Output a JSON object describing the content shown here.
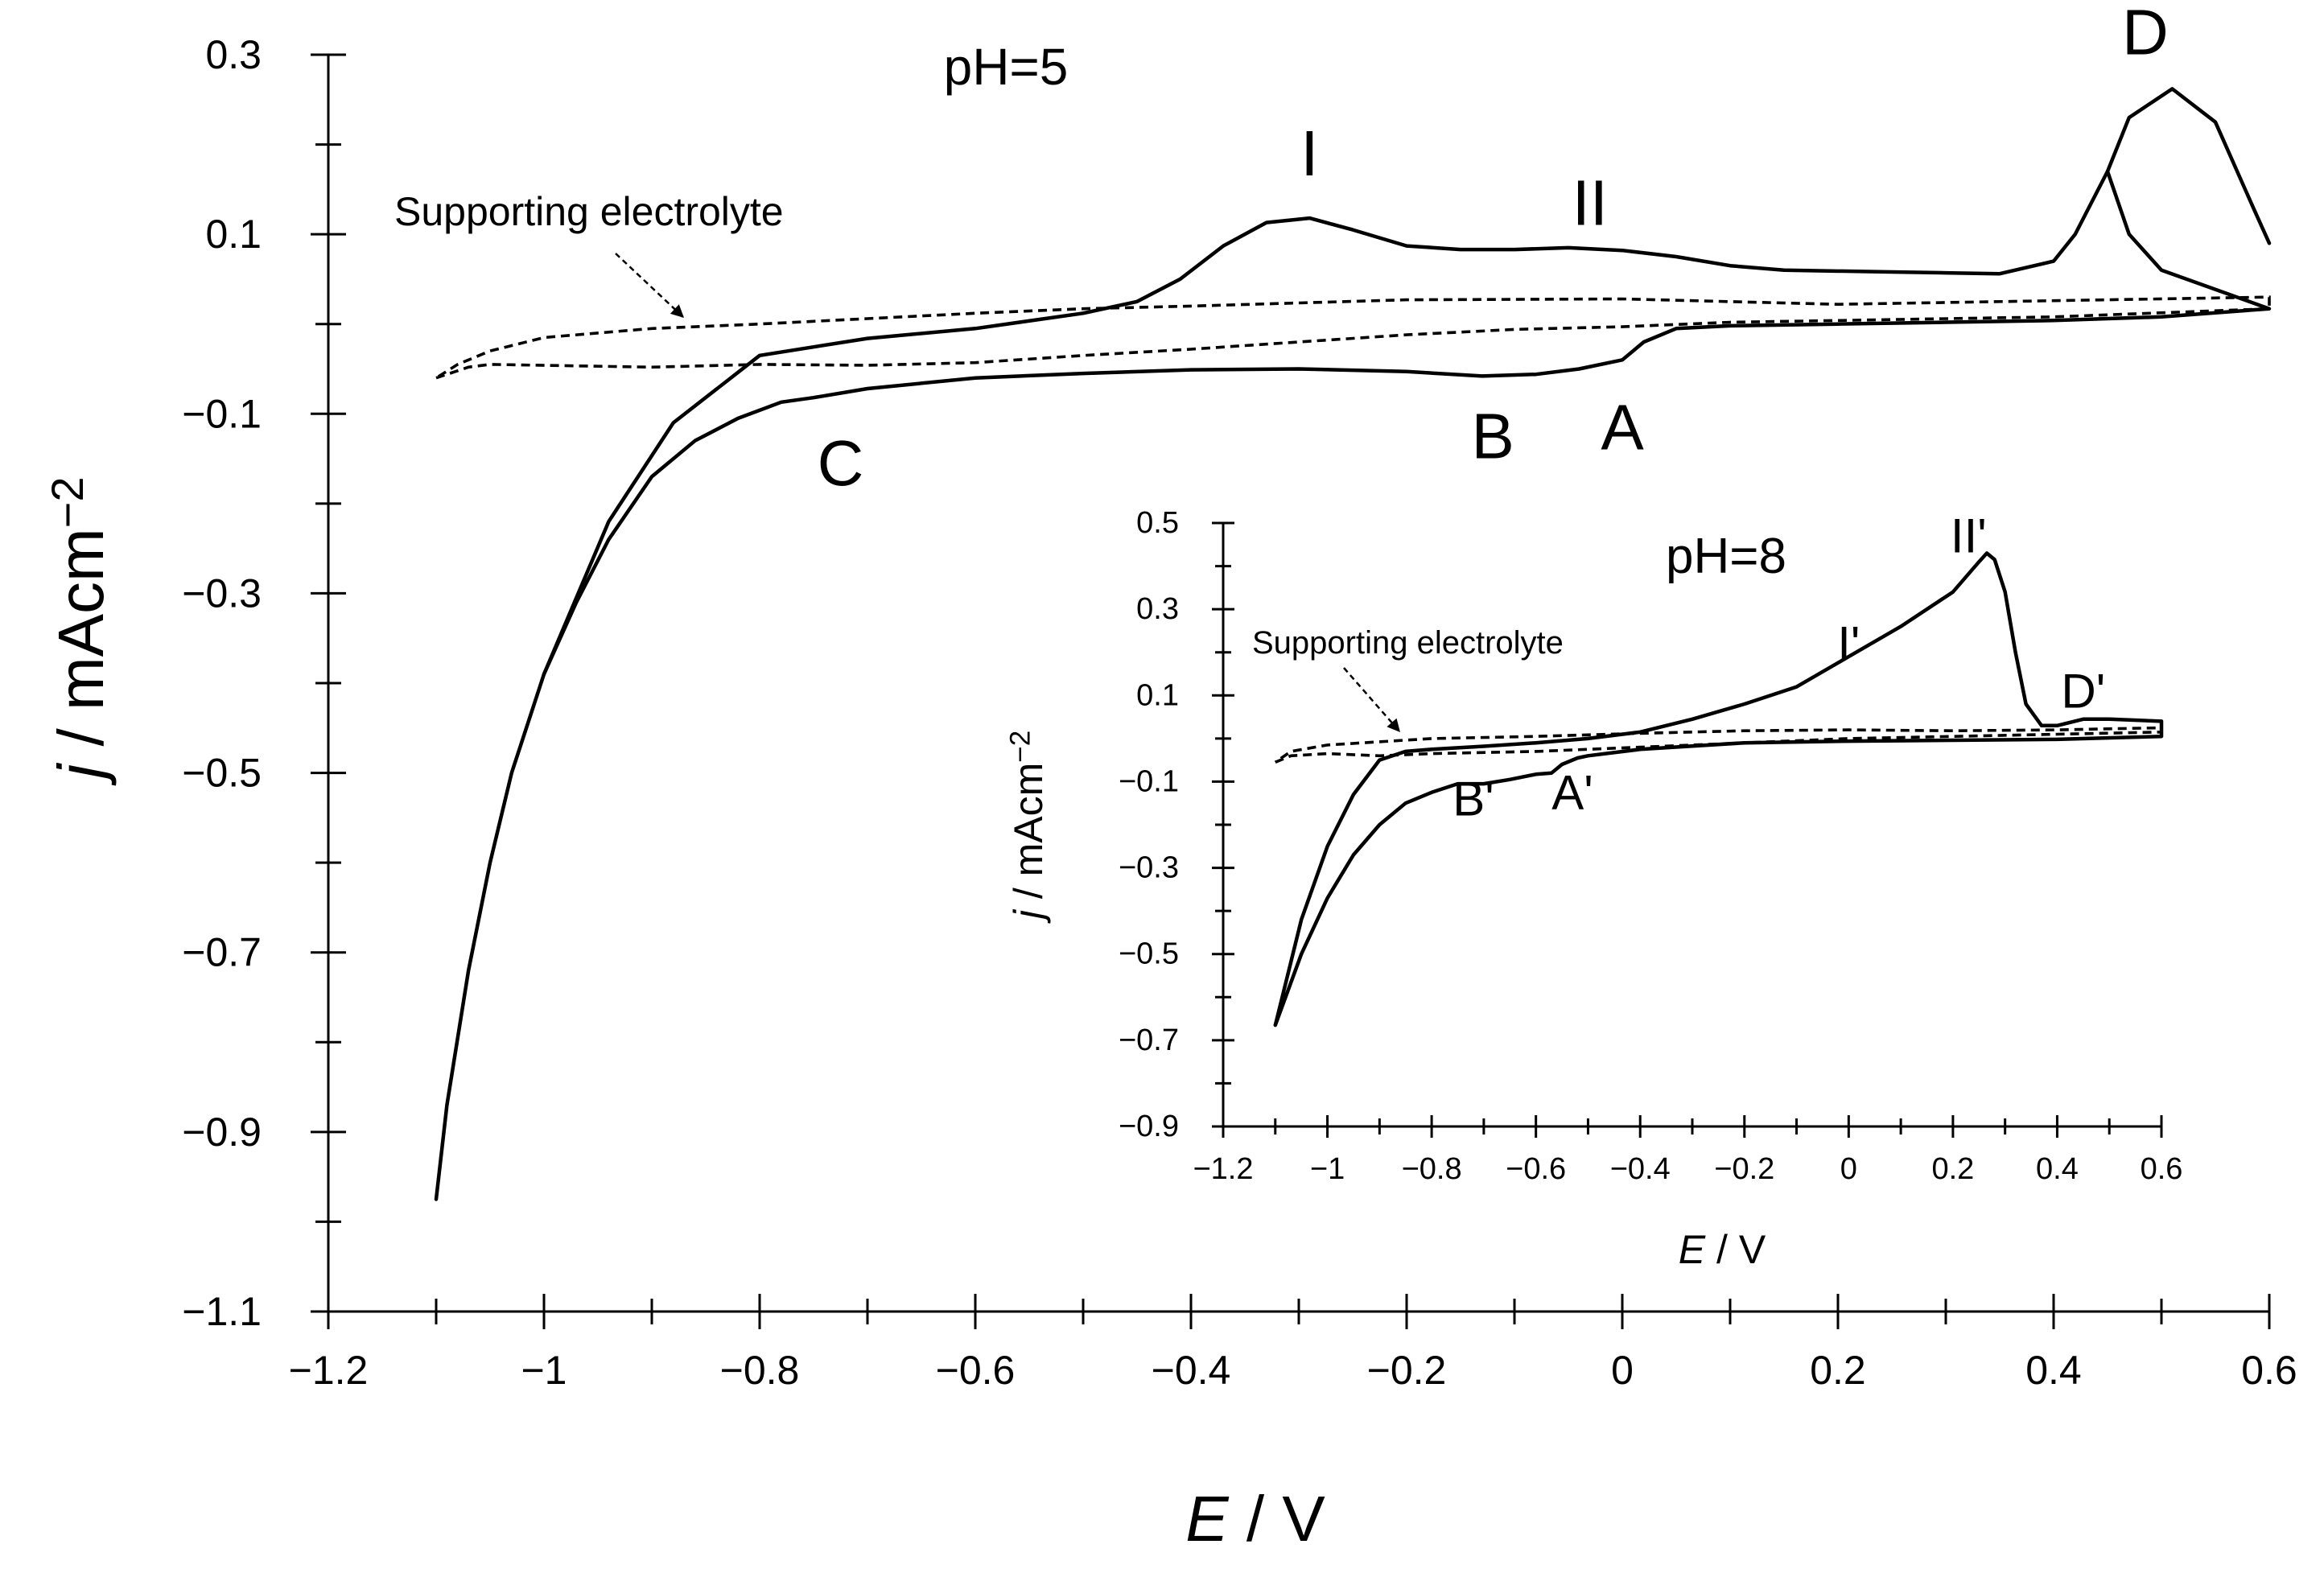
{
  "chart_data": [
    {
      "id": "main",
      "type": "line",
      "panel_label": "pH=5",
      "xlabel_italic": "E",
      "xlabel_rest": " / V",
      "ylabel_italic": "j",
      "ylabel_rest": " / mAcm",
      "ylabel_sup": "−2",
      "xlim": [
        -1.2,
        0.6
      ],
      "ylim": [
        -1.1,
        0.3
      ],
      "x_ticks": [
        -1.2,
        -1.0,
        -0.8,
        -0.6,
        -0.4,
        -0.2,
        0,
        0.2,
        0.4,
        0.6
      ],
      "x_tick_labels": [
        "−1.2",
        "−1",
        "−0.8",
        "−0.6",
        "−0.4",
        "−0.2",
        "0",
        "0.2",
        "0.4",
        "0.6"
      ],
      "x_minor_step": 0.1,
      "y_ticks": [
        0.3,
        0.1,
        -0.1,
        -0.3,
        -0.5,
        -0.7,
        -0.9,
        -1.1
      ],
      "y_tick_labels": [
        "0.3",
        "0.1",
        "−0.1",
        "−0.3",
        "−0.5",
        "−0.7",
        "−0.9",
        "−1.1"
      ],
      "y_minor_step": 0.1,
      "series": [
        {
          "style": "solid",
          "points": [
            [
              -1.1,
              -0.975
            ],
            [
              -1.09,
              -0.87
            ],
            [
              -1.07,
              -0.72
            ],
            [
              -1.05,
              -0.6
            ],
            [
              -1.03,
              -0.5
            ],
            [
              -1.0,
              -0.39
            ],
            [
              -0.97,
              -0.31
            ],
            [
              -0.94,
              -0.24
            ],
            [
              -0.9,
              -0.17
            ],
            [
              -0.86,
              -0.13
            ],
            [
              -0.82,
              -0.105
            ],
            [
              -0.78,
              -0.087
            ],
            [
              -0.75,
              -0.082
            ],
            [
              -0.7,
              -0.072
            ],
            [
              -0.6,
              -0.06
            ],
            [
              -0.5,
              -0.055
            ],
            [
              -0.4,
              -0.051
            ],
            [
              -0.3,
              -0.05
            ],
            [
              -0.2,
              -0.053
            ],
            [
              -0.13,
              -0.058
            ],
            [
              -0.08,
              -0.056
            ],
            [
              -0.04,
              -0.05
            ],
            [
              0.0,
              -0.04
            ],
            [
              0.02,
              -0.02
            ],
            [
              0.05,
              -0.005
            ],
            [
              0.1,
              -0.002
            ],
            [
              0.2,
              0.0
            ],
            [
              0.3,
              0.002
            ],
            [
              0.4,
              0.004
            ],
            [
              0.5,
              0.008
            ],
            [
              0.6,
              0.017
            ],
            [
              0.5,
              0.06
            ],
            [
              0.47,
              0.1
            ],
            [
              0.45,
              0.17
            ],
            [
              0.47,
              0.23
            ],
            [
              0.51,
              0.262
            ],
            [
              0.55,
              0.225
            ],
            [
              0.585,
              0.13
            ],
            [
              0.6,
              0.09
            ]
          ]
        },
        {
          "style": "solid",
          "points": [
            [
              0.45,
              0.17
            ],
            [
              0.42,
              0.1
            ],
            [
              0.4,
              0.07
            ],
            [
              0.35,
              0.056
            ],
            [
              0.3,
              0.057
            ],
            [
              0.25,
              0.058
            ],
            [
              0.15,
              0.06
            ],
            [
              0.1,
              0.065
            ],
            [
              0.05,
              0.075
            ],
            [
              0.0,
              0.082
            ],
            [
              -0.05,
              0.085
            ],
            [
              -0.1,
              0.083
            ],
            [
              -0.15,
              0.083
            ],
            [
              -0.2,
              0.087
            ],
            [
              -0.25,
              0.105
            ],
            [
              -0.29,
              0.118
            ],
            [
              -0.33,
              0.113
            ],
            [
              -0.37,
              0.087
            ],
            [
              -0.41,
              0.05
            ],
            [
              -0.45,
              0.025
            ],
            [
              -0.5,
              0.012
            ],
            [
              -0.6,
              -0.005
            ],
            [
              -0.7,
              -0.016
            ],
            [
              -0.8,
              -0.035
            ],
            [
              -0.88,
              -0.11
            ],
            [
              -0.94,
              -0.22
            ],
            [
              -1.0,
              -0.39
            ]
          ]
        },
        {
          "style": "dashed",
          "points": [
            [
              -1.1,
              -0.06
            ],
            [
              -1.07,
              -0.048
            ],
            [
              -1.05,
              -0.045
            ],
            [
              -0.9,
              -0.048
            ],
            [
              -0.8,
              -0.045
            ],
            [
              -0.7,
              -0.046
            ],
            [
              -0.6,
              -0.043
            ],
            [
              -0.5,
              -0.035
            ],
            [
              -0.4,
              -0.028
            ],
            [
              -0.3,
              -0.02
            ],
            [
              -0.2,
              -0.012
            ],
            [
              -0.1,
              -0.006
            ],
            [
              0.0,
              -0.003
            ],
            [
              0.1,
              0.002
            ],
            [
              0.2,
              0.004
            ],
            [
              0.4,
              0.008
            ],
            [
              0.6,
              0.017
            ],
            [
              0.6,
              0.03
            ],
            [
              0.4,
              0.026
            ],
            [
              0.2,
              0.022
            ],
            [
              0.0,
              0.028
            ],
            [
              -0.2,
              0.027
            ],
            [
              -0.4,
              0.02
            ],
            [
              -0.5,
              0.017
            ],
            [
              -0.6,
              0.012
            ],
            [
              -0.7,
              0.006
            ],
            [
              -0.8,
              0.0
            ],
            [
              -0.9,
              -0.005
            ],
            [
              -1.0,
              -0.015
            ],
            [
              -1.05,
              -0.03
            ],
            [
              -1.08,
              -0.045
            ],
            [
              -1.1,
              -0.06
            ]
          ]
        }
      ],
      "legend_text": "Supporting electrolyte",
      "annotations": [
        {
          "text": "I",
          "x": -0.29,
          "y": 0.19
        },
        {
          "text": "II",
          "x": -0.03,
          "y": 0.135
        },
        {
          "text": "D",
          "x": 0.485,
          "y": 0.325
        },
        {
          "text": "C",
          "x": -0.725,
          "y": -0.155
        },
        {
          "text": "B",
          "x": -0.12,
          "y": -0.125
        },
        {
          "text": "A",
          "x": 0.0,
          "y": -0.115
        }
      ]
    },
    {
      "id": "inset",
      "type": "line",
      "panel_label": "pH=8",
      "xlabel_italic": "E",
      "xlabel_rest": " / V",
      "ylabel_italic": "j",
      "ylabel_rest": " / mAcm",
      "ylabel_sup": "−2",
      "xlim": [
        -1.2,
        0.6
      ],
      "ylim": [
        -0.9,
        0.5
      ],
      "x_ticks": [
        -1.2,
        -1.0,
        -0.8,
        -0.6,
        -0.4,
        -0.2,
        0,
        0.2,
        0.4,
        0.6
      ],
      "x_tick_labels": [
        "−1.2",
        "−1",
        "−0.8",
        "−0.6",
        "−0.4",
        "−0.2",
        "0",
        "0.2",
        "0.4",
        "0.6"
      ],
      "x_minor_step": 0.1,
      "y_ticks": [
        0.5,
        0.3,
        0.1,
        -0.1,
        -0.3,
        -0.5,
        -0.7,
        -0.9
      ],
      "y_tick_labels": [
        "0.5",
        "0.3",
        "0.1",
        "−0.1",
        "−0.3",
        "−0.5",
        "−0.7",
        "−0.9"
      ],
      "y_minor_step": 0.1,
      "series": [
        {
          "style": "solid",
          "points": [
            [
              -1.1,
              -0.665
            ],
            [
              -1.05,
              -0.5
            ],
            [
              -1.0,
              -0.37
            ],
            [
              -0.95,
              -0.27
            ],
            [
              -0.9,
              -0.2
            ],
            [
              -0.85,
              -0.15
            ],
            [
              -0.8,
              -0.125
            ],
            [
              -0.75,
              -0.105
            ],
            [
              -0.7,
              -0.105
            ],
            [
              -0.65,
              -0.095
            ],
            [
              -0.6,
              -0.083
            ],
            [
              -0.57,
              -0.08
            ],
            [
              -0.55,
              -0.06
            ],
            [
              -0.52,
              -0.045
            ],
            [
              -0.5,
              -0.04
            ],
            [
              -0.4,
              -0.025
            ],
            [
              -0.2,
              -0.01
            ],
            [
              0.0,
              -0.006
            ],
            [
              0.2,
              -0.004
            ],
            [
              0.4,
              -0.002
            ],
            [
              0.6,
              0.005
            ],
            [
              0.6,
              0.04
            ],
            [
              0.5,
              0.045
            ],
            [
              0.45,
              0.045
            ],
            [
              0.4,
              0.03
            ],
            [
              0.37,
              0.03
            ],
            [
              0.34,
              0.08
            ],
            [
              0.32,
              0.2
            ],
            [
              0.3,
              0.34
            ],
            [
              0.28,
              0.415
            ],
            [
              0.265,
              0.43
            ],
            [
              0.25,
              0.41
            ],
            [
              0.2,
              0.34
            ],
            [
              0.1,
              0.26
            ],
            [
              0.0,
              0.19
            ],
            [
              -0.1,
              0.12
            ],
            [
              -0.2,
              0.08
            ],
            [
              -0.3,
              0.045
            ],
            [
              -0.4,
              0.015
            ],
            [
              -0.5,
              0.0
            ],
            [
              -0.6,
              -0.01
            ],
            [
              -0.7,
              -0.018
            ],
            [
              -0.8,
              -0.025
            ],
            [
              -0.85,
              -0.03
            ],
            [
              -0.9,
              -0.05
            ],
            [
              -0.95,
              -0.13
            ],
            [
              -1.0,
              -0.25
            ],
            [
              -1.05,
              -0.42
            ],
            [
              -1.1,
              -0.665
            ]
          ]
        },
        {
          "style": "dashed",
          "points": [
            [
              -1.1,
              -0.055
            ],
            [
              -1.07,
              -0.04
            ],
            [
              -1.0,
              -0.035
            ],
            [
              -0.9,
              -0.04
            ],
            [
              -0.8,
              -0.035
            ],
            [
              -0.6,
              -0.03
            ],
            [
              -0.4,
              -0.02
            ],
            [
              -0.2,
              -0.01
            ],
            [
              0.0,
              0.0
            ],
            [
              0.2,
              0.005
            ],
            [
              0.4,
              0.01
            ],
            [
              0.6,
              0.015
            ],
            [
              0.6,
              0.025
            ],
            [
              0.4,
              0.02
            ],
            [
              0.2,
              0.018
            ],
            [
              0.0,
              0.02
            ],
            [
              -0.2,
              0.018
            ],
            [
              -0.4,
              0.012
            ],
            [
              -0.6,
              0.005
            ],
            [
              -0.8,
              0.0
            ],
            [
              -1.0,
              -0.015
            ],
            [
              -1.07,
              -0.03
            ],
            [
              -1.1,
              -0.055
            ]
          ]
        }
      ],
      "legend_text": "Supporting electrolyte",
      "annotations": [
        {
          "text": "I'",
          "x": 0.0,
          "y": 0.22
        },
        {
          "text": "II'",
          "x": 0.23,
          "y": 0.47
        },
        {
          "text": "D'",
          "x": 0.45,
          "y": 0.11
        },
        {
          "text": "B'",
          "x": -0.72,
          "y": -0.14
        },
        {
          "text": "A'",
          "x": -0.53,
          "y": -0.125
        }
      ]
    }
  ]
}
